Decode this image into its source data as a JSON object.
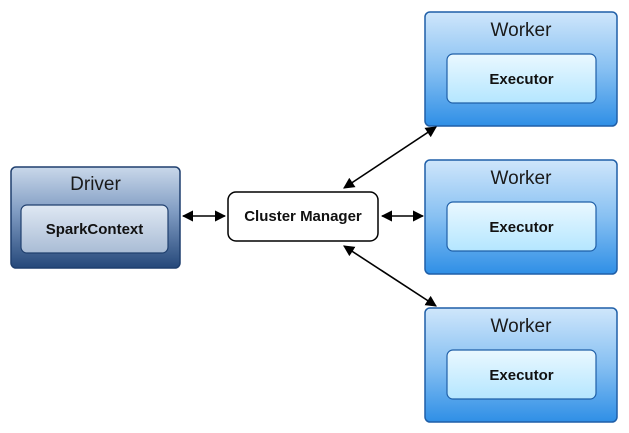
{
  "driver": {
    "title": "Driver",
    "inner_label": "SparkContext"
  },
  "cluster_manager": {
    "label": "Cluster Manager"
  },
  "workers": [
    {
      "title": "Worker",
      "inner_label": "Executor"
    },
    {
      "title": "Worker",
      "inner_label": "Executor"
    },
    {
      "title": "Worker",
      "inner_label": "Executor"
    }
  ],
  "colors": {
    "driver_top": "#c9d8ea",
    "driver_bottom": "#25487a",
    "driver_inner_top": "#dfe8f3",
    "driver_inner_bottom": "#a9bcd5",
    "worker_top": "#cfe6fb",
    "worker_bottom": "#2f8fe6",
    "worker_inner_top": "#eaf8ff",
    "worker_inner_bottom": "#b4e6ff",
    "cluster_manager_fill": "#ffffff",
    "arrow": "#000000"
  }
}
